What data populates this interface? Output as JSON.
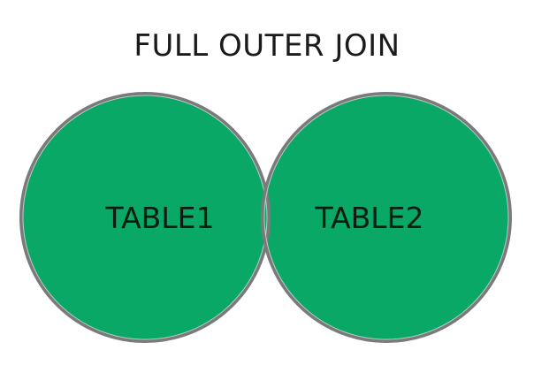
{
  "diagram": {
    "title": "FULL OUTER JOIN",
    "sets": [
      {
        "label": "TABLE1"
      },
      {
        "label": "TABLE2"
      }
    ],
    "colors": {
      "fill": "#09a866",
      "outline": "#7a7a7a",
      "outline_inner": "#d9d9d9",
      "label": "#0b1d12",
      "background": "#ffffff"
    }
  }
}
